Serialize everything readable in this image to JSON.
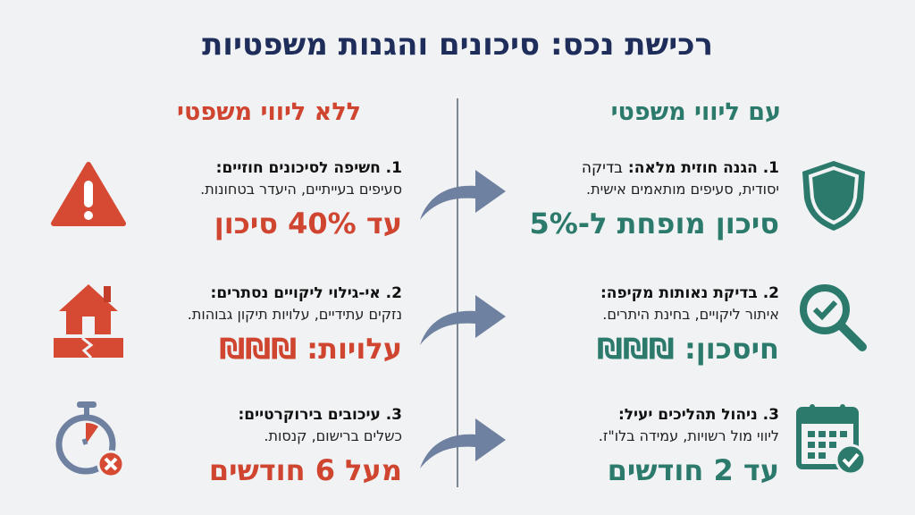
{
  "title": "רכישת נכס: סיכונים והגנות משפטיות",
  "colors": {
    "title": "#1e2d5a",
    "risk": "#cf4530",
    "protection": "#2b7a6c",
    "arrow": "#6f81a0"
  },
  "without_legal": {
    "heading": "ללא ליווי משפטי",
    "items": [
      {
        "title": "1. חשיפה לסיכונים חוזיים:",
        "desc": "סעיפים בעייתיים, היעדר בטחונות.",
        "value": "עד 40% סיכון",
        "icon": "warning-triangle-icon"
      },
      {
        "title": "2. אי-גילוי ליקויים נסתרים:",
        "desc": "נזקים עתידיים, עלויות תיקון גבוהות.",
        "value": "עלויות: ₪₪₪",
        "icon": "damaged-house-icon"
      },
      {
        "title": "3. עיכובים בירוקרטיים:",
        "desc": "כשלים ברישום, קנסות.",
        "value": "מעל 6 חודשים",
        "icon": "stopwatch-x-icon"
      }
    ]
  },
  "with_legal": {
    "heading": "עם ליווי משפטי",
    "items": [
      {
        "title": "1. הגנה חוזית מלאה:",
        "title_rest": "בדיקה",
        "desc": "יסודית, סעיפים מותאמים אישית.",
        "value": "סיכון מופחת ל-5%",
        "icon": "shield-icon"
      },
      {
        "title": "2. בדיקת נאותות מקיפה:",
        "desc": "איתור ליקויים, בחינת היתרים.",
        "value": "חיסכון: ₪₪₪",
        "icon": "magnifier-check-icon"
      },
      {
        "title": "3. ניהול תהליכים יעיל:",
        "desc": "ליווי מול רשויות, עמידה בלו\"ז.",
        "value": "עד 2 חודשים",
        "icon": "calendar-check-icon"
      }
    ]
  }
}
